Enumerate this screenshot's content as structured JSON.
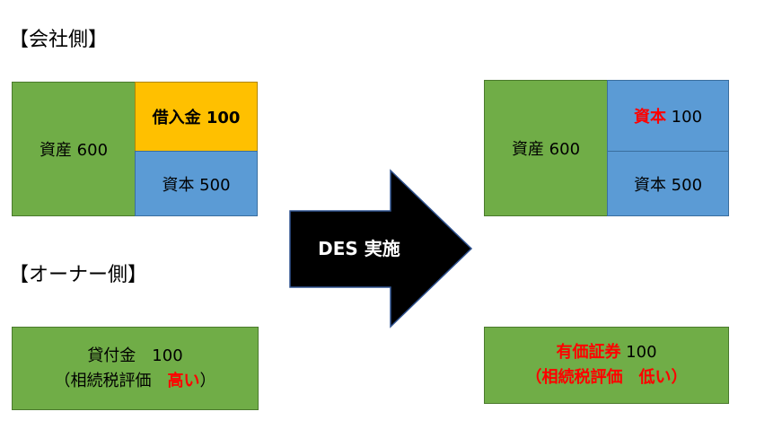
{
  "headings": {
    "company": "【会社側】",
    "owner": "【オーナー側】"
  },
  "before": {
    "assets": "資産 600",
    "loan": "借入金 100",
    "capital": "資本 500",
    "owner_line1": "貸付金　100",
    "owner_line2_prefix": "（相続税評価　",
    "owner_line2_emph": "高い",
    "owner_line2_suffix": "）"
  },
  "arrow": {
    "label": "DES 実施"
  },
  "after": {
    "assets": "資産 600",
    "capital_new_emph": "資本",
    "capital_new_value": " 100",
    "capital": "資本 500",
    "owner_line1_emph": "有価証券",
    "owner_line1_value": " 100",
    "owner_line2_prefix": "（",
    "owner_line2_emph": "相続税評価　低い",
    "owner_line2_suffix": "）"
  },
  "colors": {
    "green": "#70ad47",
    "yellow": "#ffc000",
    "blue": "#5b9bd5",
    "arrow": "#000000",
    "emphasis": "#ff0000"
  }
}
